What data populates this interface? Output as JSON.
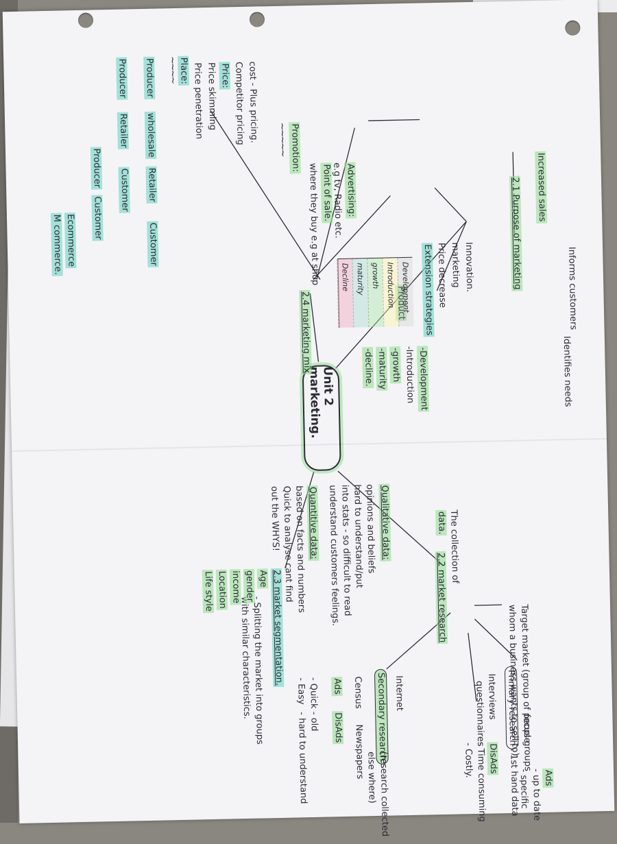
{
  "title": "Unit 2 marketing.",
  "purpose": {
    "heading": "2.1 Purpose of marketing",
    "informs": "Informs customers",
    "identifies": "Identifies needs",
    "increased": "Increased sales"
  },
  "mix": {
    "heading": "2.4 marketing mix",
    "place": {
      "heading": "Place:",
      "col1": [
        "Producer",
        "wholesale",
        "Retailer",
        "Customer"
      ],
      "col2": [
        "Producer",
        "Retailer",
        "Customer"
      ],
      "col3": [
        "Producer",
        "Customer"
      ],
      "ecommerce": "Ecommerce",
      "mcommerce": "M commerce."
    },
    "price": {
      "heading": "Price:",
      "items": [
        "Price skimming",
        "Price penetration",
        "Competitor pricing",
        "cost - Plus pricing."
      ]
    },
    "promotion": {
      "heading": "Promotion:",
      "pos": "Point of sale.",
      "pos_desc": "where they buy e.g at shop",
      "advertising": "Advertising:",
      "adv_desc": "e.g tv, Radio etc."
    },
    "product": {
      "heading": "Product",
      "stages": [
        "-Development",
        "-Introduction",
        "-growth",
        "-maturity",
        "-decline."
      ],
      "plc_labels": [
        "Development",
        "Introduction",
        "growth",
        "maturity",
        "Decline"
      ],
      "extension_heading": "Extension strategies",
      "extension_items": [
        "Price decrease",
        "marketing",
        "Innovation."
      ]
    }
  },
  "research": {
    "heading": "2.2 market research",
    "collection": "The collection of",
    "collection2": "data.",
    "target_market": "Target market (group of people",
    "target_market2": "whom a business wants to sell to)",
    "primary": "Primary research",
    "primary_note": ". 1st hand data",
    "primary_methods": [
      "Interviews",
      "questionnaires",
      "focus groups"
    ],
    "primary_ads": "Ads",
    "primary_ads_items": [
      "- up to date",
      "- specific"
    ],
    "primary_disads": "DisAds",
    "primary_disads_items": [
      "- Time consuming",
      "- Costly."
    ],
    "secondary": "Secondary research",
    "secondary_note": "(research collected",
    "secondary_note2": "else where)",
    "secondary_sources": [
      "Internet",
      "Census",
      "Newspapers"
    ],
    "secondary_ads": "Ads",
    "secondary_ads_item": "- Quick",
    "secondary_disads": "DisAds",
    "secondary_disads_items": [
      "- old",
      "- hard to understand"
    ],
    "secondary_easy": "- Easy",
    "qualitative": "Qualitative data:",
    "qualitative_lines": [
      "opinions and beliefs",
      "hard to understand/put",
      "into stats - so difficult to read",
      "understand customers feelings."
    ],
    "quantitative": "Quantitive data:",
    "quantitative_lines": [
      "based on facts and numbers",
      "Quick to analyse  cant find",
      "out the WHYS!"
    ]
  },
  "segmentation": {
    "heading": "2.3 market segmentation.",
    "desc1": "- Splitting the market into groups",
    "desc2": "with similar characteristics.",
    "items": [
      "Age",
      "gender",
      "income",
      "Location",
      "Life style"
    ]
  }
}
